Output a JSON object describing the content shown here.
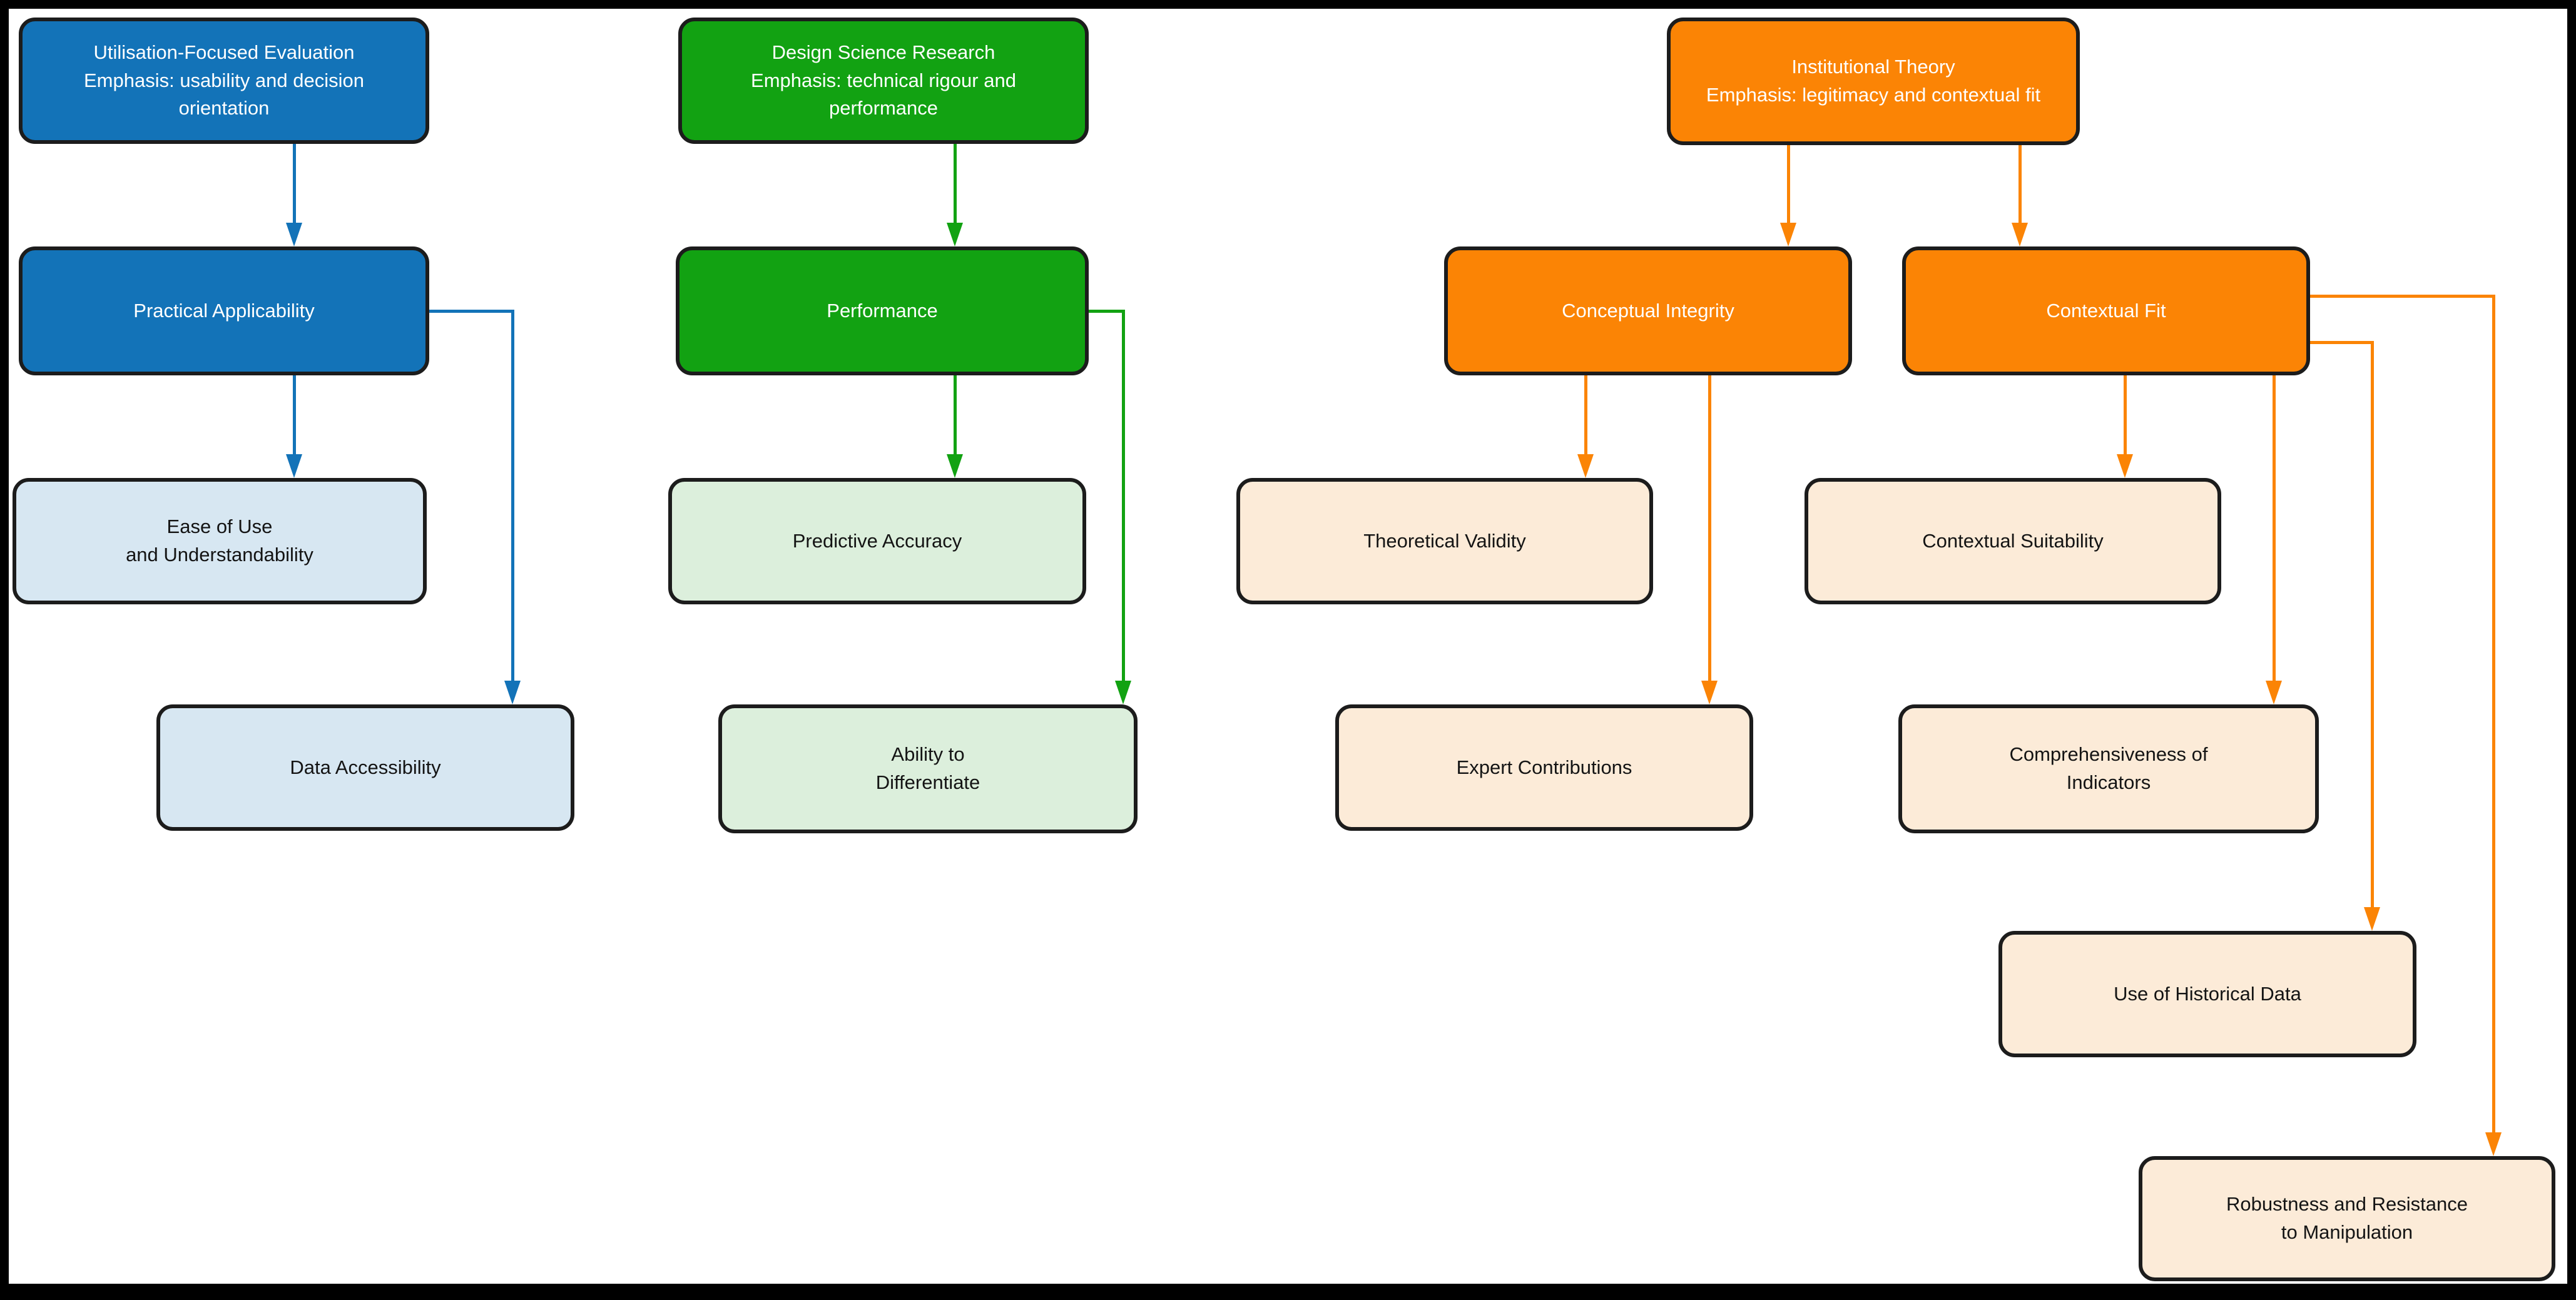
{
  "diagram": {
    "type": "flowchart",
    "background": "#ffffff",
    "frame_color": "#000000",
    "node_border_color": "#1c1c1c"
  },
  "colors": {
    "blue": "#1373b8",
    "green": "#12a212",
    "orange": "#fb8405",
    "light_blue": "#d7e7f2",
    "light_green": "#dcefdc",
    "light_orange": "#fcebd8"
  },
  "nodes": {
    "ufe_header": {
      "label": "Utilisation-Focused Evaluation\nEmphasis: usability and decision orientation"
    },
    "dsr_header": {
      "label": "Design Science Research\nEmphasis: technical rigour and performance"
    },
    "it_header": {
      "label": "Institutional Theory\nEmphasis: legitimacy and contextual fit"
    },
    "practical_applicability": {
      "label": "Practical Applicability"
    },
    "performance": {
      "label": "Performance"
    },
    "conceptual_integrity": {
      "label": "Conceptual Integrity"
    },
    "contextual_fit": {
      "label": "Contextual Fit"
    },
    "ease_of_use": {
      "label": "Ease of Use\nand Understandability"
    },
    "predictive_accuracy": {
      "label": "Predictive Accuracy"
    },
    "theoretical_validity": {
      "label": "Theoretical Validity"
    },
    "contextual_suitability": {
      "label": "Contextual Suitability"
    },
    "data_accessibility": {
      "label": "Data Accessibility"
    },
    "ability_to_differentiate": {
      "label": "Ability to\nDifferentiate"
    },
    "expert_contributions": {
      "label": "Expert Contributions"
    },
    "comprehensiveness_of_indicators": {
      "label": "Comprehensiveness of\nIndicators"
    },
    "use_of_historical_data": {
      "label": "Use of Historical Data"
    },
    "robustness": {
      "label": "Robustness and Resistance\nto Manipulation"
    }
  },
  "edges": [
    {
      "from": "Utilisation-Focused Evaluation",
      "to": "Practical Applicability"
    },
    {
      "from": "Practical Applicability",
      "to": "Ease of Use and Understandability"
    },
    {
      "from": "Practical Applicability",
      "to": "Data Accessibility"
    },
    {
      "from": "Design Science Research",
      "to": "Performance"
    },
    {
      "from": "Performance",
      "to": "Predictive Accuracy"
    },
    {
      "from": "Performance",
      "to": "Ability to Differentiate"
    },
    {
      "from": "Institutional Theory",
      "to": "Conceptual Integrity"
    },
    {
      "from": "Institutional Theory",
      "to": "Contextual Fit"
    },
    {
      "from": "Conceptual Integrity",
      "to": "Theoretical Validity"
    },
    {
      "from": "Conceptual Integrity",
      "to": "Expert Contributions"
    },
    {
      "from": "Contextual Fit",
      "to": "Contextual Suitability"
    },
    {
      "from": "Contextual Fit",
      "to": "Comprehensiveness of Indicators"
    },
    {
      "from": "Contextual Fit",
      "to": "Use of Historical Data"
    },
    {
      "from": "Contextual Fit",
      "to": "Robustness and Resistance to Manipulation"
    }
  ]
}
